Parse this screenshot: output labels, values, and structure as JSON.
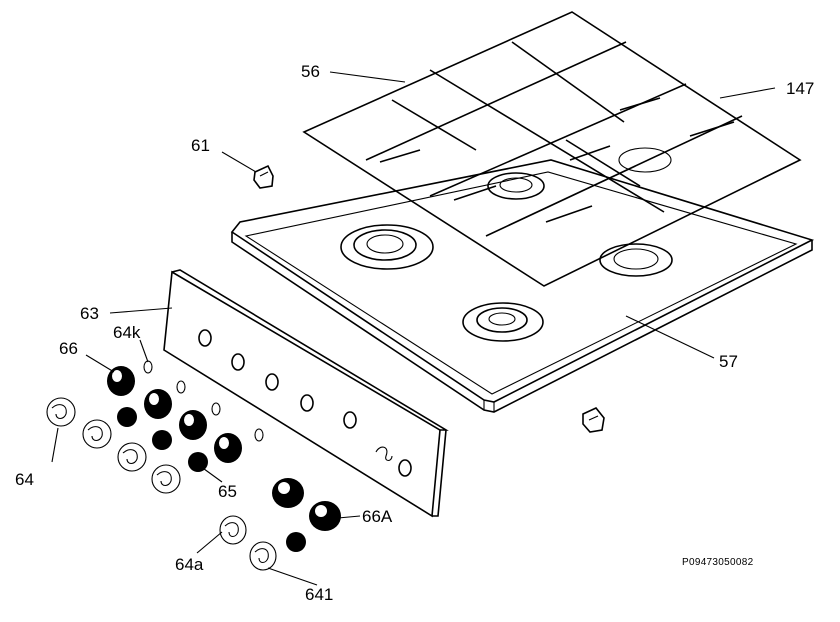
{
  "callouts": {
    "c56": "56",
    "c147": "147",
    "c61": "61",
    "c63": "63",
    "c64k": "64k",
    "c66": "66",
    "c57": "57",
    "c64": "64",
    "c65": "65",
    "c66A": "66A",
    "c64a": "64a",
    "c641": "641"
  },
  "drawing_code": "P09473050082"
}
